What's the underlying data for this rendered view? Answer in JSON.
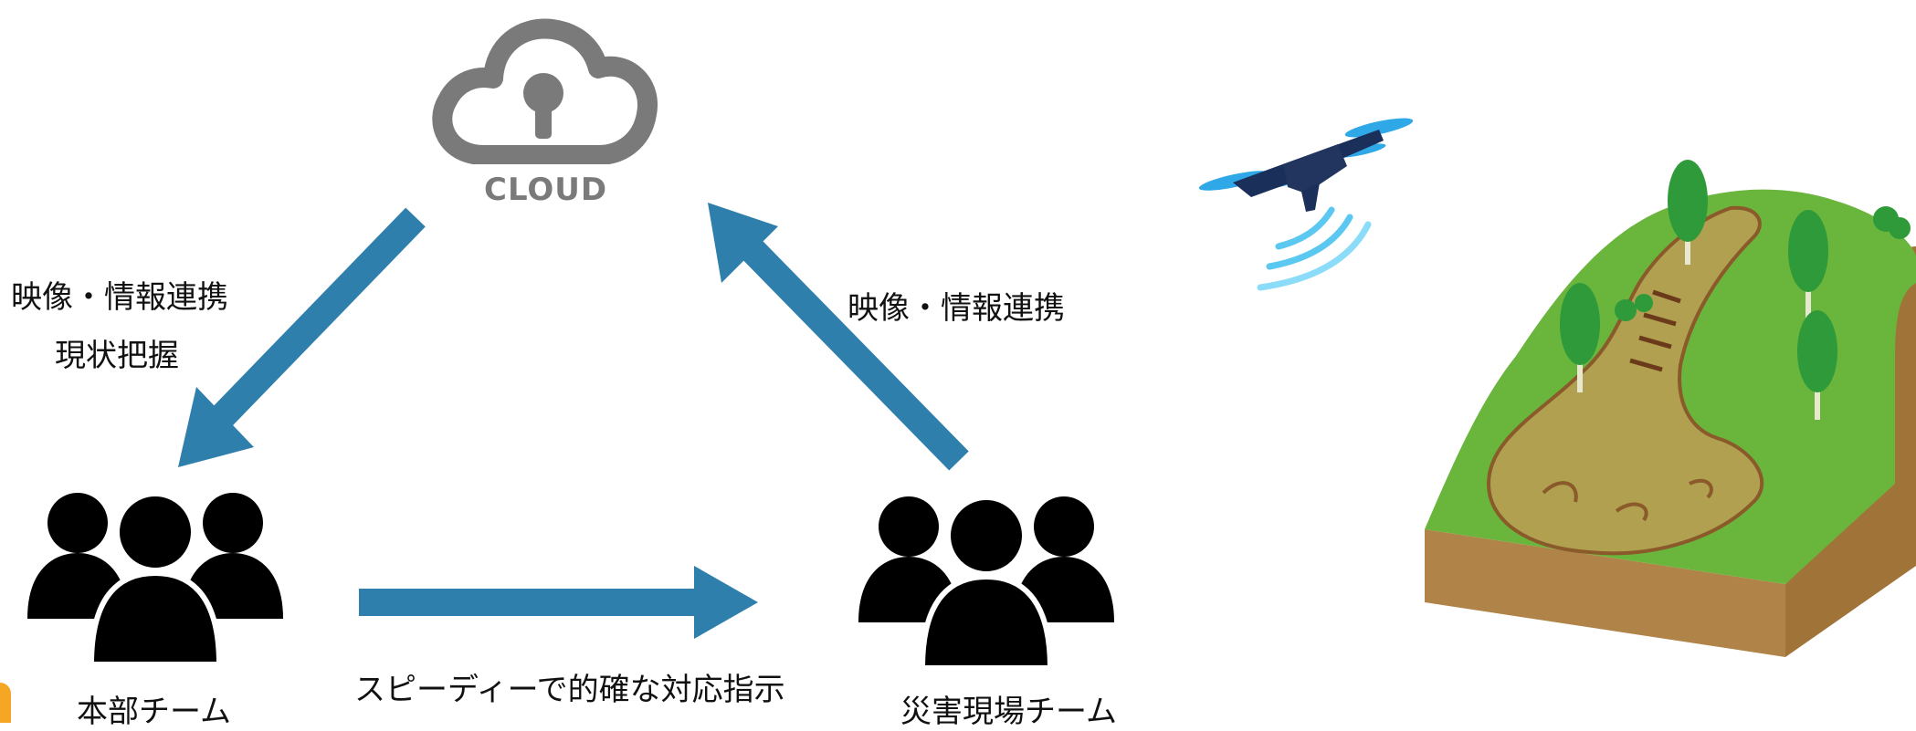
{
  "cloud": {
    "label": "CLOUD"
  },
  "labels": {
    "left_link_line1": "映像・情報連携",
    "left_link_line2": "現状把握",
    "right_link": "映像・情報連携",
    "bottom_link": "スピーディーで的確な対応指示"
  },
  "teams": {
    "hq": "本部チーム",
    "field": "災害現場チーム"
  },
  "colors": {
    "arrow": "#2f7fad",
    "cloud": "#7a7a7a",
    "people": "#000000",
    "grass": "#6ab53c",
    "soil": "#b08448",
    "landslide": "#b0a050",
    "tree": "#2f9a3a",
    "drone": "#1a2f5a",
    "signal": "#5ac8f0"
  }
}
